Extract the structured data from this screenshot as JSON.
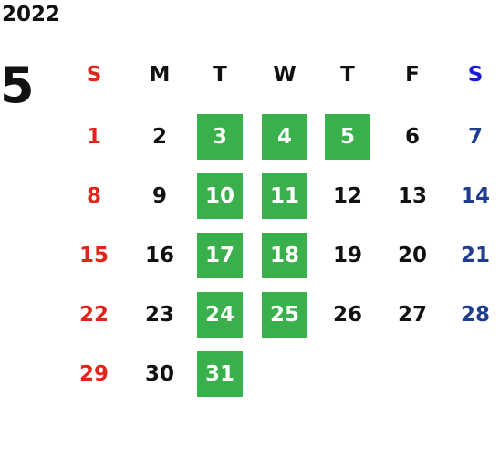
{
  "year": "2022",
  "month": "5",
  "weekdays": [
    "S",
    "M",
    "T",
    "W",
    "T",
    "F",
    "S"
  ],
  "colors": {
    "sunday": "#e0251b",
    "saturday": "#1f3e8f",
    "saturday_header": "#1a1ad6",
    "highlight": "#3ab04c",
    "text": "#111111"
  },
  "weeks": [
    [
      {
        "d": "1"
      },
      {
        "d": "2"
      },
      {
        "d": "3",
        "hl": true
      },
      {
        "d": "4",
        "hl": true
      },
      {
        "d": "5",
        "hl": true
      },
      {
        "d": "6"
      },
      {
        "d": "7"
      }
    ],
    [
      {
        "d": "8"
      },
      {
        "d": "9"
      },
      {
        "d": "10",
        "hl": true
      },
      {
        "d": "11",
        "hl": true
      },
      {
        "d": "12"
      },
      {
        "d": "13"
      },
      {
        "d": "14"
      }
    ],
    [
      {
        "d": "15"
      },
      {
        "d": "16"
      },
      {
        "d": "17",
        "hl": true
      },
      {
        "d": "18",
        "hl": true
      },
      {
        "d": "19"
      },
      {
        "d": "20"
      },
      {
        "d": "21"
      }
    ],
    [
      {
        "d": "22"
      },
      {
        "d": "23"
      },
      {
        "d": "24",
        "hl": true
      },
      {
        "d": "25",
        "hl": true
      },
      {
        "d": "26"
      },
      {
        "d": "27"
      },
      {
        "d": "28"
      }
    ],
    [
      {
        "d": "29"
      },
      {
        "d": "30"
      },
      {
        "d": "31",
        "hl": true
      },
      {
        "d": ""
      },
      {
        "d": ""
      },
      {
        "d": ""
      },
      {
        "d": ""
      }
    ]
  ]
}
